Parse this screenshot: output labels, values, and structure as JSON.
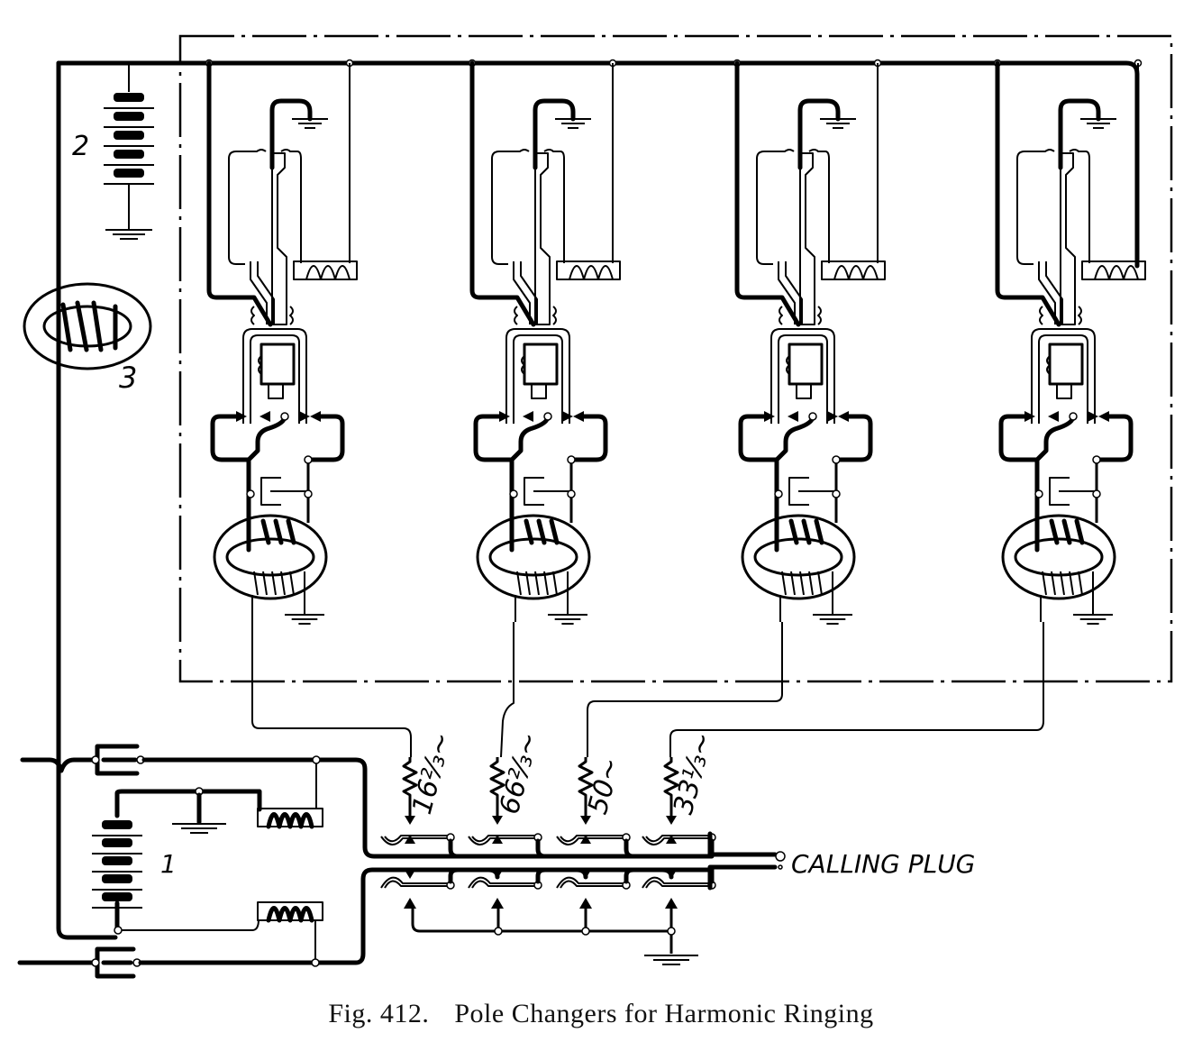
{
  "figure": {
    "number": "Fig. 412.",
    "title": "Pole Changers for Harmonic Ringing"
  },
  "labels": {
    "battery_main": "1",
    "battery_pole_changer": "2",
    "retard_coil": "3",
    "calling_plug": "CALLING PLUG"
  },
  "pole_changers": [
    {
      "id": "unit-1",
      "frequency": "16⅔~"
    },
    {
      "id": "unit-2",
      "frequency": "66⅔~"
    },
    {
      "id": "unit-3",
      "frequency": "50~"
    },
    {
      "id": "unit-4",
      "frequency": "33⅓~"
    }
  ],
  "keys": [
    {
      "frequency": "16⅔~"
    },
    {
      "frequency": "66⅔~"
    },
    {
      "frequency": "50~"
    },
    {
      "frequency": "33⅓~"
    }
  ],
  "colors": {
    "ink": "#000000",
    "paper": "#ffffff"
  }
}
